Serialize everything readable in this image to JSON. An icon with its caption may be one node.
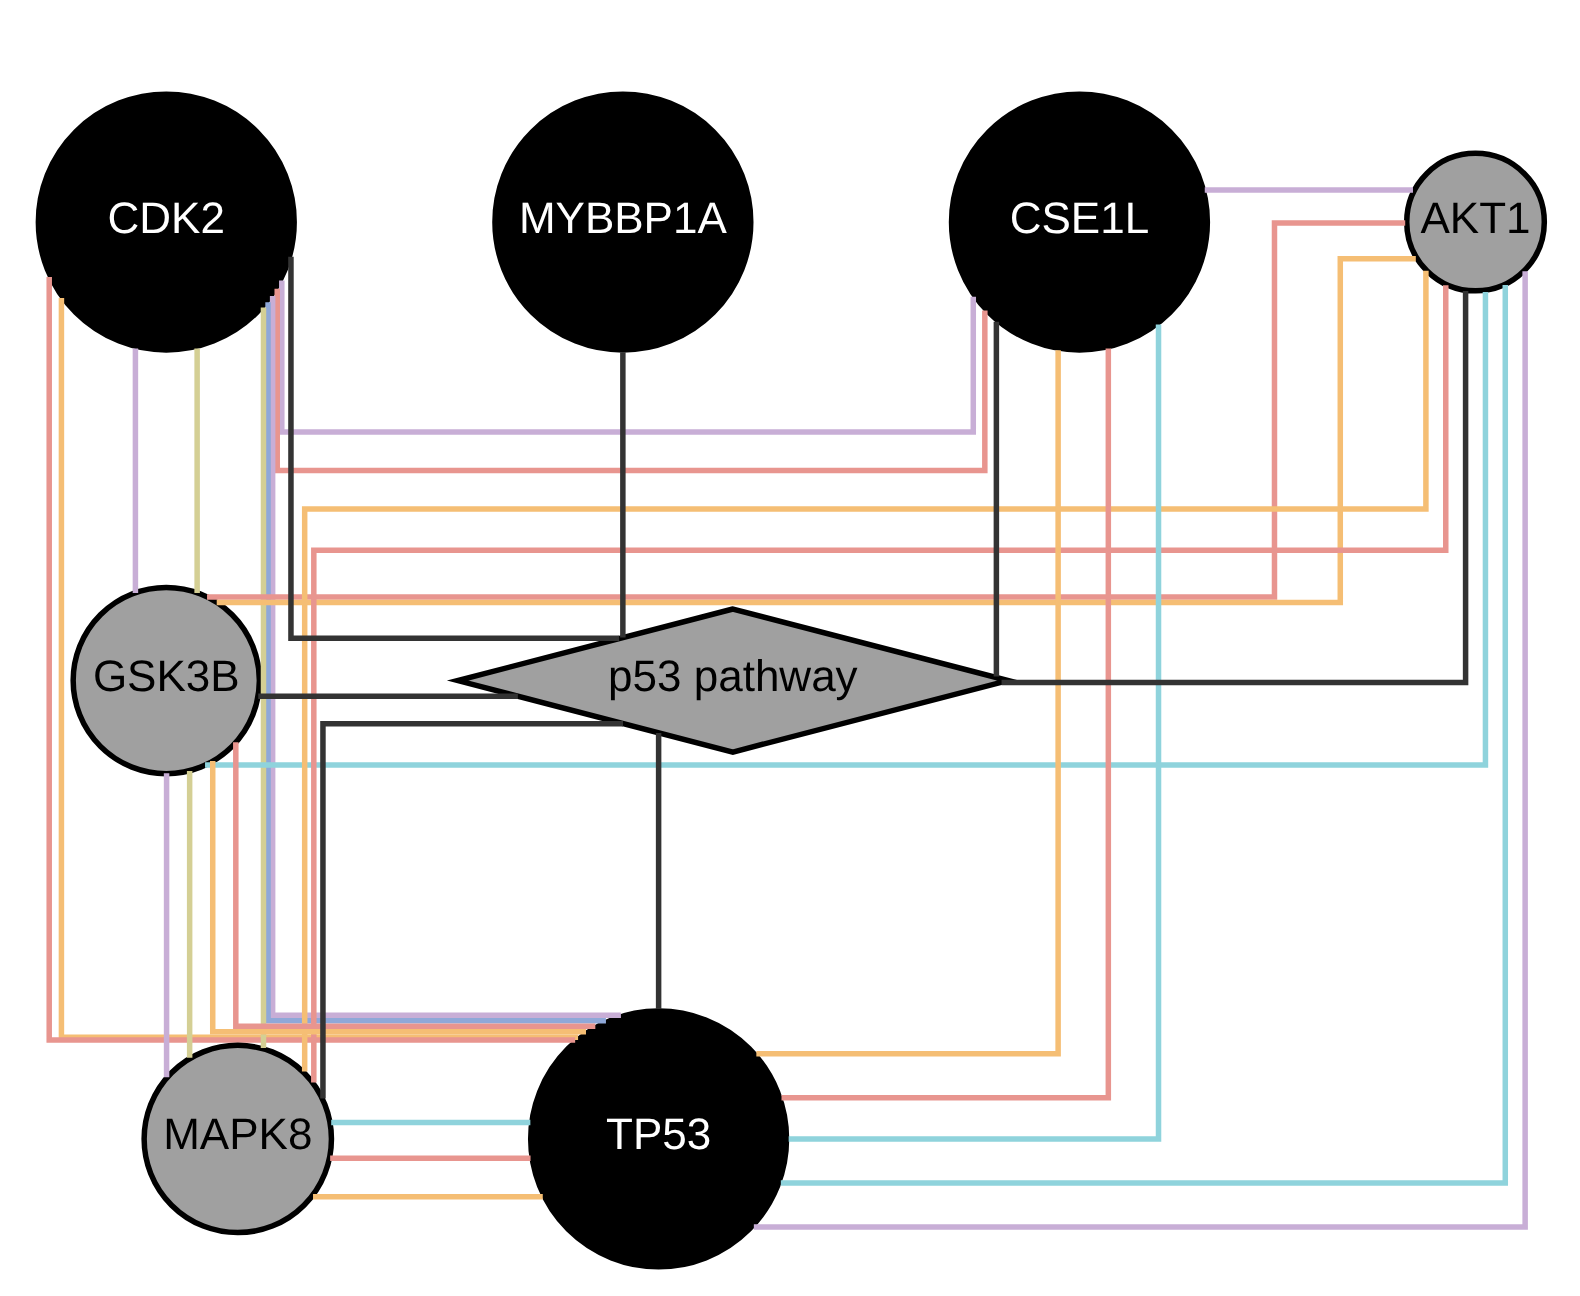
{
  "diagram": {
    "nodes": [
      {
        "text": [
          "CDK2"
        ]
      },
      {
        "text": [
          "MYBBP1A"
        ]
      },
      {
        "text": [
          "AKT1"
        ]
      },
      {
        "text": [
          "CSE1L"
        ]
      },
      {
        "text": [
          "GSK3B"
        ]
      },
      {
        "text": [
          "p53 pathway"
        ]
      },
      {
        "text": [
          "TP53"
        ]
      },
      {
        "text": [
          "MAPK8"
        ]
      }
    ],
    "edges": [
      {
        "from": 5,
        "to": 0,
        "arrow": "none"
      },
      {
        "from": 5,
        "to": 1,
        "arrow": "none"
      },
      {
        "from": 5,
        "to": 2,
        "arrow": "none"
      },
      {
        "from": 5,
        "to": 3,
        "arrow": "none"
      },
      {
        "from": 5,
        "to": 4,
        "arrow": "none"
      },
      {
        "from": 5,
        "to": 6,
        "arrow": "none"
      },
      {
        "from": 5,
        "to": 7,
        "arrow": "none"
      },
      {
        "from": 3,
        "to": 2,
        "arrow": "none",
        "color": "#c8aed6"
      },
      {
        "from": 0,
        "to": 7,
        "arrow": "none",
        "color": "#d4cf94"
      },
      {
        "from": 0,
        "to": 4,
        "arrow": "none",
        "color": "#c8aed6"
      },
      {
        "from": 0,
        "to": 4,
        "arrow": "none",
        "color": "#d4cf94"
      },
      {
        "from": 0,
        "to": 3,
        "arrow": "none",
        "color": "#c8aed6"
      },
      {
        "from": 0,
        "to": 3,
        "arrow": "none",
        "color": "#e8958f"
      },
      {
        "from": 0,
        "to": 6,
        "arrow": "none",
        "color": "#c8aed6"
      },
      {
        "from": 0,
        "to": 6,
        "arrow": "none",
        "color": "#8fa8d8"
      },
      {
        "from": 0,
        "to": 6,
        "arrow": "none",
        "color": "#f5be74"
      },
      {
        "from": 0,
        "to": 6,
        "arrow": "none",
        "color": "#e8958f"
      },
      {
        "from": 2,
        "to": 4,
        "arrow": "none",
        "color": "#8fd3dc"
      },
      {
        "from": 2,
        "to": 4,
        "arrow": "none",
        "color": "#e8958f"
      },
      {
        "from": 2,
        "to": 4,
        "arrow": "none",
        "color": "#f5be74"
      },
      {
        "from": 2,
        "to": 7,
        "arrow": "none",
        "color": "#f5be74"
      },
      {
        "from": 2,
        "to": 7,
        "arrow": "none",
        "color": "#e8958f"
      },
      {
        "from": 2,
        "to": 6,
        "arrow": "none",
        "color": "#8fd3dc"
      },
      {
        "from": 2,
        "to": 6,
        "arrow": "none",
        "color": "#c8aed6"
      },
      {
        "from": 3,
        "to": 6,
        "arrow": "none",
        "color": "#f5be74"
      },
      {
        "from": 3,
        "to": 6,
        "arrow": "none",
        "color": "#e8958f"
      },
      {
        "from": 3,
        "to": 6,
        "arrow": "none",
        "color": "#8fd3dc"
      },
      {
        "from": 4,
        "to": 6,
        "arrow": "none",
        "color": "#e8958f"
      },
      {
        "from": 4,
        "to": 6,
        "arrow": "none",
        "color": "#f5be74"
      },
      {
        "from": 4,
        "to": 7,
        "arrow": "none",
        "color": "#c8aed6"
      },
      {
        "from": 4,
        "to": 7,
        "arrow": "none",
        "color": "#d4cf94"
      },
      {
        "from": 7,
        "to": 6,
        "arrow": "none",
        "color": "#8fd3dc"
      },
      {
        "from": 7,
        "to": 6,
        "arrow": "none",
        "color": "#e8958f"
      },
      {
        "from": 7,
        "to": 6,
        "arrow": "none",
        "color": "#f5be74"
      }
    ]
  }
}
